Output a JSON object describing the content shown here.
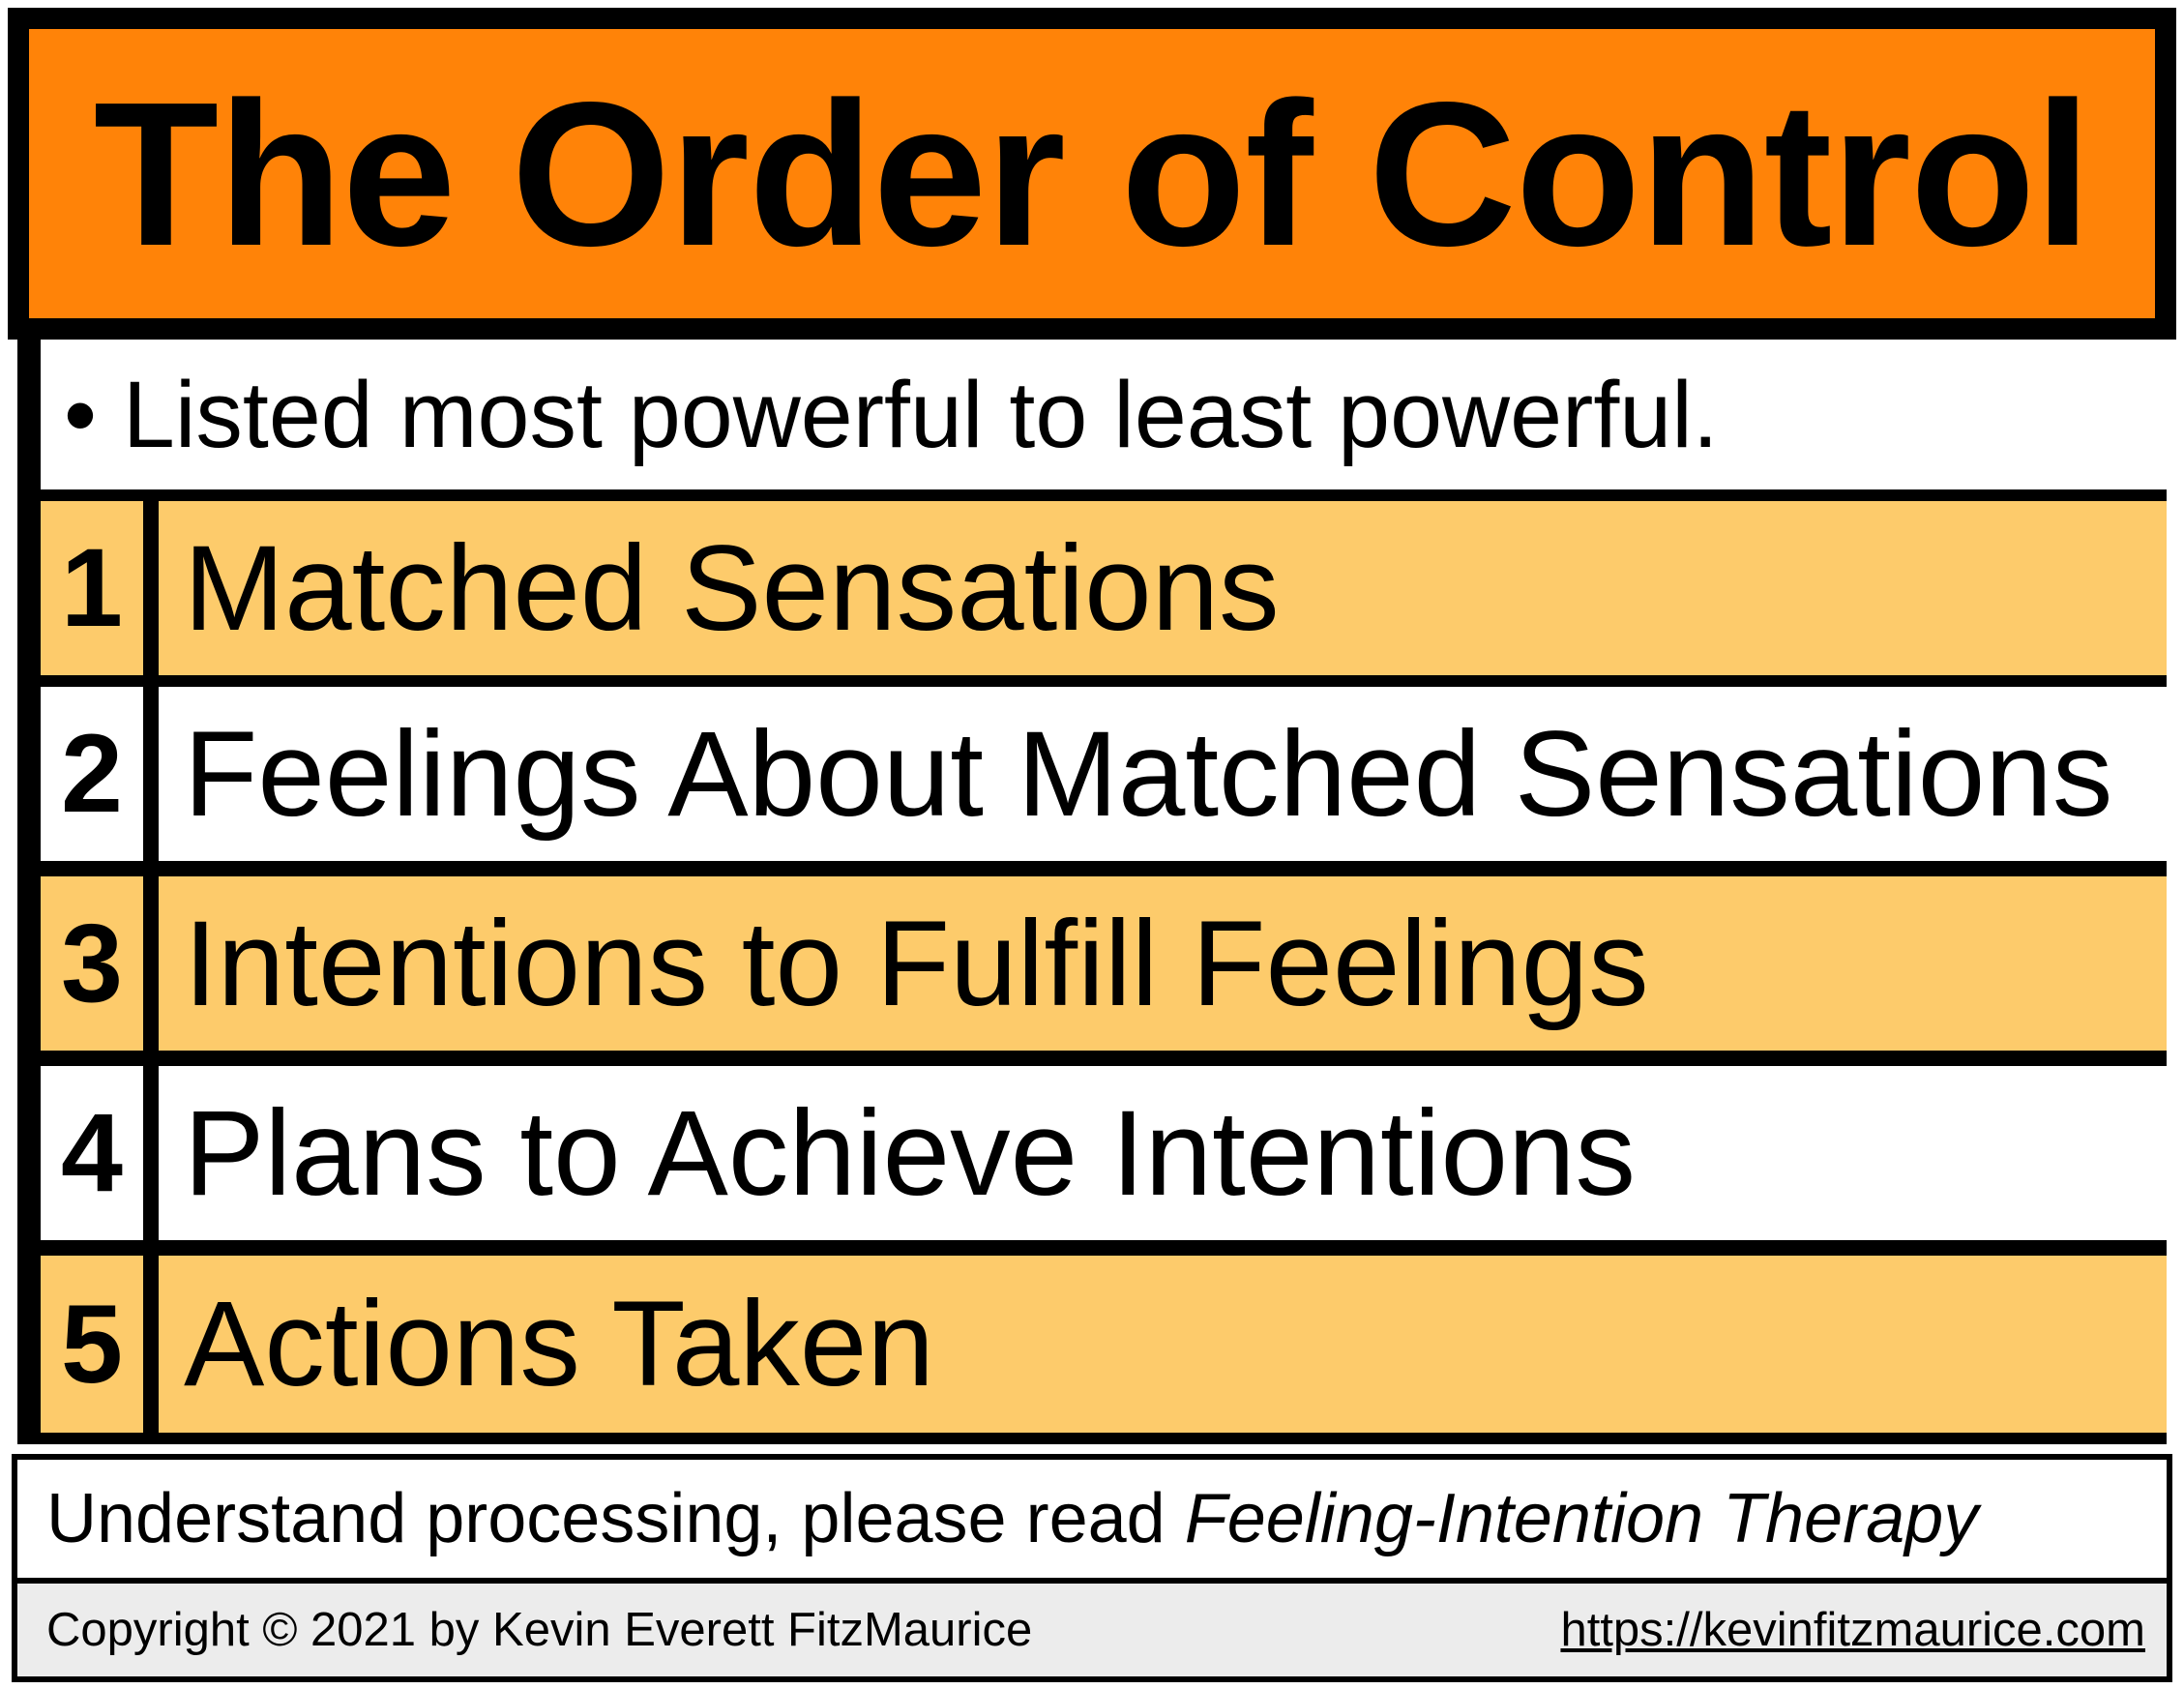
{
  "title": "The Order of Control",
  "subtitle": "• Listed most powerful to least powerful.",
  "items": [
    {
      "number": "1",
      "label": "Matched Sensations"
    },
    {
      "number": "2",
      "label": "Feelings About Matched Sensations"
    },
    {
      "number": "3",
      "label": "Intentions to Fulfill Feelings"
    },
    {
      "number": "4",
      "label": "Plans to Achieve Intentions"
    },
    {
      "number": "5",
      "label": "Actions Taken"
    }
  ],
  "note": {
    "text": "Understand processing, please read ",
    "book_title": "Feeling-Intention Therapy"
  },
  "footer": {
    "copyright": "Copyright © 2021 by Kevin Everett FitzMaurice",
    "url": "https://kevinfitzmaurice.com"
  },
  "colors": {
    "title_background": "#ff8308",
    "row_highlight": "#fdcb6b",
    "row_plain": "#ffffff",
    "footer_background": "#ececec",
    "border": "#000000"
  }
}
